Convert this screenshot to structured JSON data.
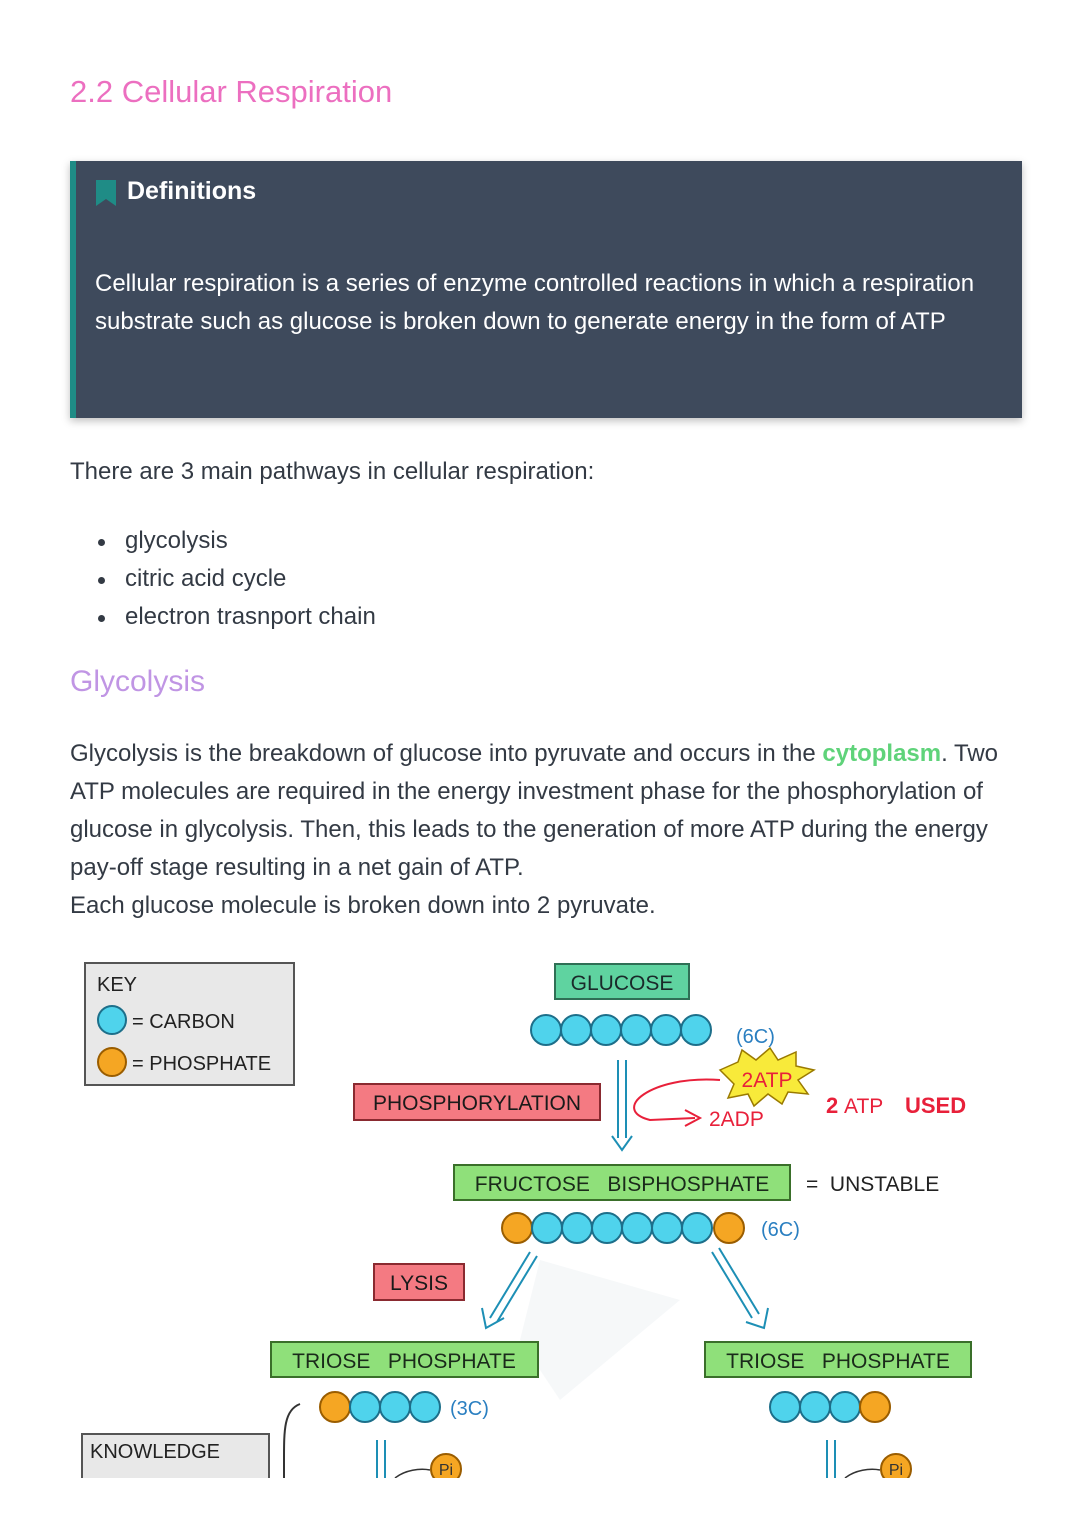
{
  "title": "2.2 Cellular Respiration",
  "definition": {
    "heading": "Definitions",
    "text": "Cellular respiration is a series of enzyme controlled reactions in which a respiration substrate such as glucose is broken down to generate energy in the form of ATP",
    "icon": "bookmark-icon"
  },
  "intro": "There are 3 main pathways in cellular respiration:",
  "pathways": [
    "glycolysis",
    "citric acid cycle",
    "electron trasnport chain"
  ],
  "glycolysis": {
    "heading": "Glycolysis",
    "para_before": "Glycolysis is the breakdown of glucose into pyruvate and occurs in the ",
    "highlight": "cytoplasm",
    "para_after": ". Two ATP molecules are required in the energy investment phase for the phosphorylation of glucose in glycolysis. Then, this leads to the generation of more ATP during the energy pay-off stage resulting in a net gain of ATP.",
    "para_line2": "Each glucose molecule is broken down into 2 pyruvate."
  },
  "diagram": {
    "key_title": "KEY",
    "key_carbon": "= CARBON",
    "key_phosphate": "= PHOSPHATE",
    "glucose": "GLUCOSE",
    "six_c": "(6C)",
    "phosphorylation": "PHOSPHORYLATION",
    "atp_burst": "2ATP",
    "adp": "2ADP",
    "atp_used_num": "2",
    "atp_used_unit": "ATP",
    "atp_used_word": "USED",
    "fructose": "FRUCTOSE   BISPHOSPHATE",
    "unstable": "=  UNSTABLE",
    "six_c_2": "(6C)",
    "lysis": "LYSIS",
    "triose_left": "TRIOSE   PHOSPHATE",
    "triose_right": "TRIOSE   PHOSPHATE",
    "three_c": "(3C)",
    "knowledge": "KNOWLEDGE",
    "pi": "Pi",
    "colors": {
      "carbon": "#4fd3ec",
      "phosphate": "#f5a623",
      "green_box": "#8fe07a",
      "red_box": "#f47a82",
      "teal_box": "#5fd3a0",
      "blue_text": "#2a7fc1",
      "red_text": "#e8203a"
    }
  }
}
